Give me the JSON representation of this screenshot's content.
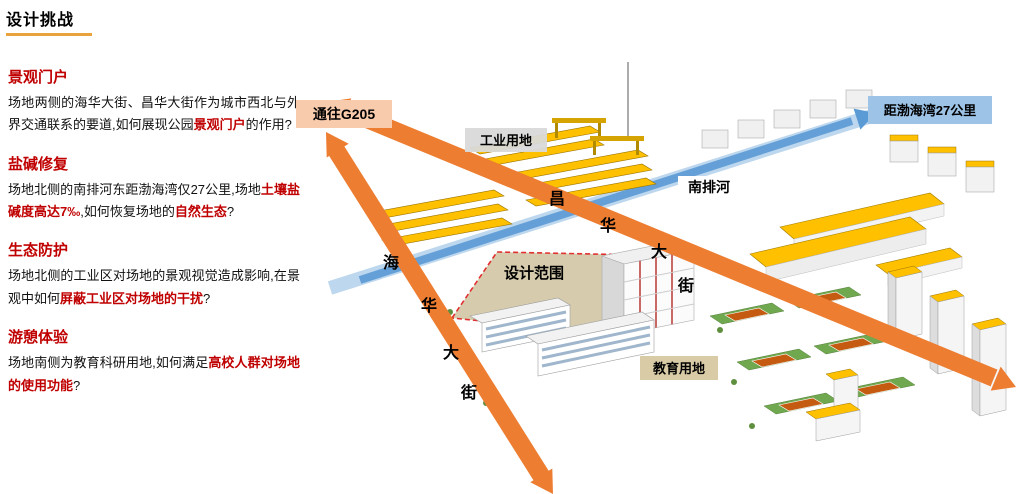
{
  "page": {
    "title": "设计挑战"
  },
  "colors": {
    "accent_red": "#C00000",
    "road_orange": "#ED7D31",
    "river_blue": "#5B9BD5",
    "roof_yellow": "#FFC000",
    "scope_tan": "#D6CCAD",
    "g205_box": "#F8CBAD",
    "bohai_box": "#9DC3E6"
  },
  "challenges": [
    {
      "heading": "景观门户",
      "segments": [
        {
          "text": "场地两侧的海华大街、昌华大街作为城市西北与外界交通联系的要道,如何展现公园"
        },
        {
          "text": "景观门户",
          "em": true
        },
        {
          "text": "的作用?"
        }
      ]
    },
    {
      "heading": "盐碱修复",
      "segments": [
        {
          "text": "场地北侧的南排河东距渤海湾仅27公里,场地"
        },
        {
          "text": "土壤盐碱度高达7‰",
          "em": true
        },
        {
          "text": ",如何恢复场地的"
        },
        {
          "text": "自然生态",
          "em": true
        },
        {
          "text": "?"
        }
      ]
    },
    {
      "heading": "生态防护",
      "segments": [
        {
          "text": "场地北侧的工业区对场地的景观视觉造成影响,在景观中如何"
        },
        {
          "text": "屏蔽工业区对场地的干扰",
          "em": true
        },
        {
          "text": "?"
        }
      ]
    },
    {
      "heading": "游憩体验",
      "segments": [
        {
          "text": "场地南侧为教育科研用地,如何满足"
        },
        {
          "text": "高校人群对场地的使用功能",
          "em": true
        },
        {
          "text": "?"
        }
      ]
    }
  ],
  "map": {
    "labels": {
      "g205": "通往G205",
      "bohai_distance": "距渤海湾27公里",
      "industrial_land": "工业用地",
      "river_name": "南排河",
      "changhua_street": [
        "昌",
        "华",
        "大",
        "街"
      ],
      "haihua_street": [
        "海",
        "华",
        "大",
        "街"
      ],
      "design_scope": "设计范围",
      "education_land": "教育用地"
    }
  }
}
